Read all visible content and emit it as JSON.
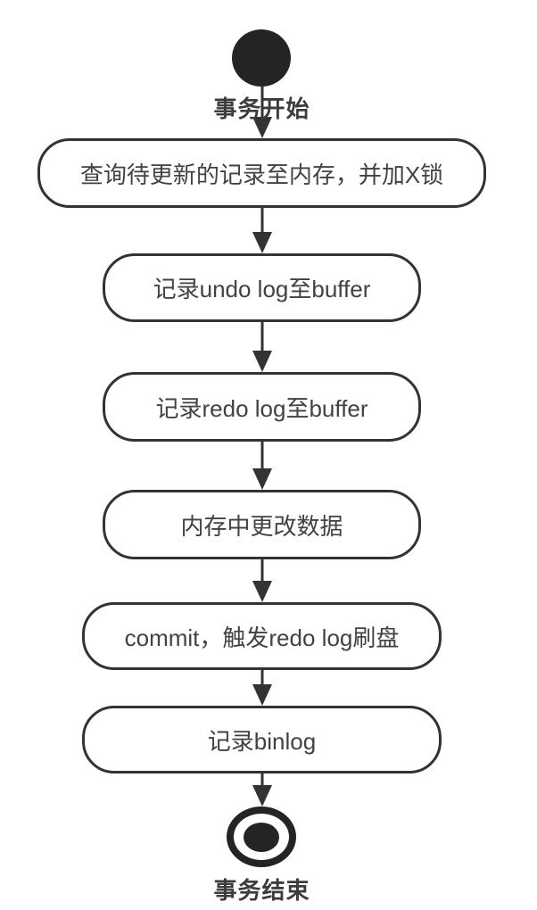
{
  "diagram": {
    "type": "activity-flowchart",
    "topic": "transaction-update-flow",
    "colors": {
      "background": "#ffffff",
      "stroke": "#333333",
      "text": "#424242",
      "node_fill": "#ffffff",
      "terminal_fill": "#242424"
    },
    "start": {
      "label": "事务开始"
    },
    "end": {
      "label": "事务结束"
    },
    "steps": [
      "查询待更新的记录至内存，并加X锁",
      "记录undo log至buffer",
      "记录redo log至buffer",
      "内存中更改数据",
      "commit，触发redo log刷盘",
      "记录binlog"
    ]
  }
}
